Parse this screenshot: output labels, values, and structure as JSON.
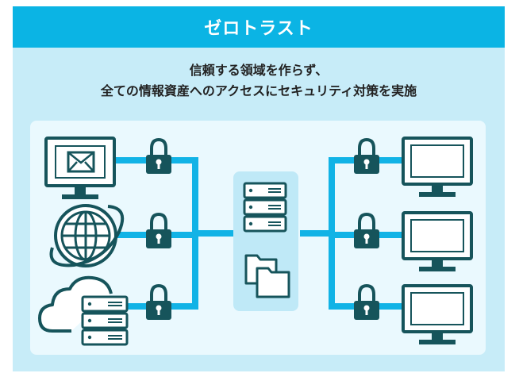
{
  "header": {
    "title": "ゼロトラスト"
  },
  "description": {
    "line1": "信頼する領域を作らず、",
    "line2": "全ての情報資産へのアクセスにセキュリティ対策を実施"
  },
  "diagram": {
    "left_nodes": [
      "mail-computer-icon",
      "globe-icon",
      "cloud-server-icon"
    ],
    "center_node": "server-and-folders-icon",
    "right_nodes": [
      "monitor-icon",
      "monitor-icon",
      "monitor-icon"
    ],
    "lock_count": 6
  },
  "colors": {
    "header": "#0bb4e4",
    "background": "#c7ecf8",
    "panel": "#eaf9fe",
    "line": "#11b3e6",
    "icon": "#16545b"
  }
}
